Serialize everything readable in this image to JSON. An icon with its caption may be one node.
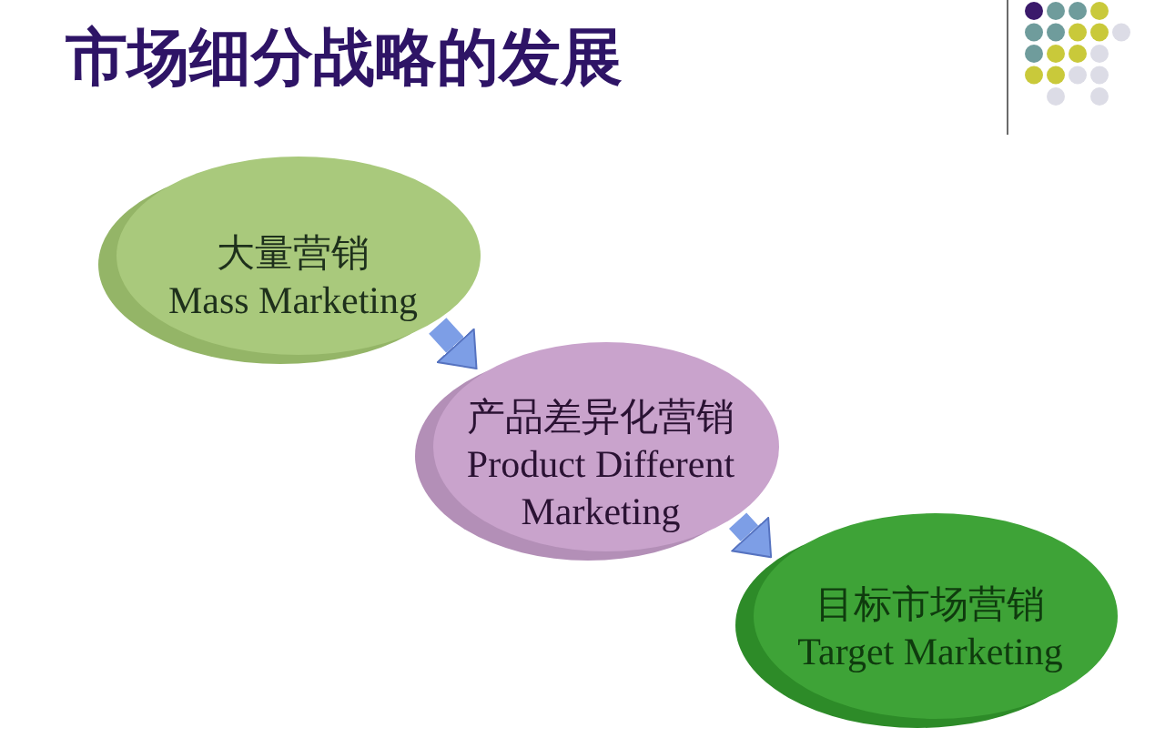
{
  "diagram": {
    "title": "市场细分战略的发展",
    "nodes": [
      {
        "text": [
          "大量营销",
          "Mass Marketing"
        ]
      },
      {
        "text": [
          "产品差异化营销",
          "Product Different Marketing"
        ]
      },
      {
        "text": [
          "目标市场营销",
          "Target Marketing"
        ]
      }
    ],
    "edges": [
      {
        "from": 0,
        "to": 1,
        "arrow": "to"
      },
      {
        "from": 1,
        "to": 2,
        "arrow": "to"
      }
    ]
  }
}
